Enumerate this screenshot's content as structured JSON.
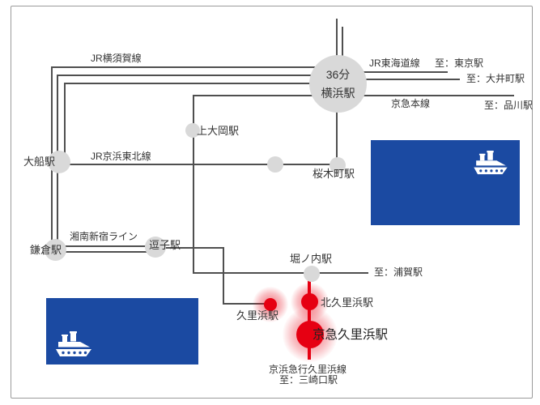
{
  "map": {
    "hub": {
      "time": "36分",
      "station": "横浜駅"
    },
    "stations": {
      "ofuna": "大船駅",
      "kamioka": "上大岡駅",
      "sakuragicho": "桜木町駅",
      "kamakura": "鎌倉駅",
      "zushi": "逗子駅",
      "horinouchi": "堀ノ内駅",
      "kurihama": "久里浜駅",
      "kitakurihama": "北久里浜駅",
      "keikyukurihama": "京急久里浜駅"
    },
    "lines": {
      "jr_yokosuka": "JR横須賀線",
      "jr_keihintohoku": "JR京浜東北線",
      "shonan_shinjuku": "湘南新宿ライン",
      "jr_tokaido": "JR東海道線",
      "keikyu_main": "京急本線",
      "keikyu_kurihama": "京浜急行久里浜線"
    },
    "destinations": {
      "tokyo": "至：東京駅",
      "oimachi": "至：大井町駅",
      "shinagawa": "至：品川駅",
      "uraga": "至：浦賀駅",
      "misakiguchi": "至：三崎口駅"
    },
    "colors": {
      "line_gray": "#4f4f4f",
      "station_gray": "#d9d9d9",
      "accent_red": "#e60012",
      "brand_blue": "#1b4aa2",
      "text": "#333333"
    }
  }
}
